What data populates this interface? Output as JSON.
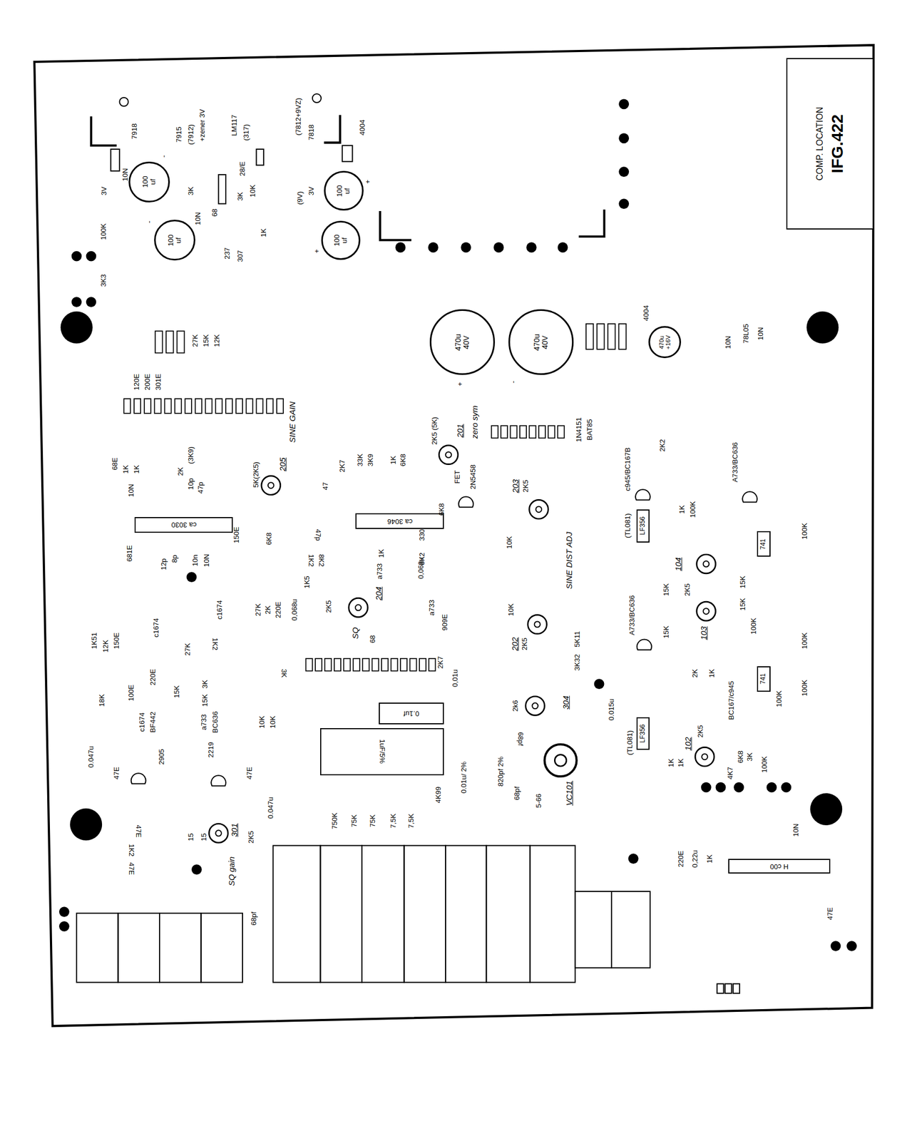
{
  "diagram": {
    "nodes": [
      {
        "text": [
          "COMP. LOCATION",
          "IFG.422"
        ]
      },
      {
        "text": [
          "470u 40V"
        ]
      },
      {
        "text": [
          "470u 40V"
        ]
      },
      {
        "text": [
          "470u +16V"
        ]
      },
      {
        "text": [
          "100 uf"
        ]
      },
      {
        "text": [
          "100 uf"
        ]
      },
      {
        "text": [
          "100 uf"
        ]
      },
      {
        "text": [
          "100 uf"
        ]
      },
      {
        "text": [
          "ca 3030"
        ]
      },
      {
        "text": [
          "ca 3046"
        ]
      },
      {
        "text": [
          "1uF/5%"
        ]
      },
      {
        "text": [
          "0.1uf"
        ]
      },
      {
        "text": [
          "LF356"
        ]
      },
      {
        "text": [
          "LF356"
        ]
      },
      {
        "text": [
          "741"
        ]
      },
      {
        "text": [
          "741"
        ]
      },
      {
        "text": [
          "H c00"
        ]
      }
    ],
    "labels": [
      "7918",
      "3V",
      "10N",
      "7915",
      "(7912)",
      "+zener 3V",
      "3K",
      "LM117",
      "(317)",
      "28/E",
      "10K",
      "3K",
      "10N",
      "68",
      "1K",
      "237",
      "307",
      "100K",
      "3K3",
      "(7812+9VZ)",
      "7818",
      "4004",
      "(9V)",
      "3V",
      "-",
      "-",
      "+",
      "+",
      "+",
      "-",
      "4004",
      "10N",
      "78L05",
      "10N",
      "12K",
      "15K",
      "27K",
      "120E",
      "200E",
      "301E",
      "68E",
      "1K",
      "1K",
      "10N",
      "(3K9)",
      "2K",
      "10p",
      "47p",
      "5K(2K5)",
      "205",
      "SINE GAIN",
      "47",
      "2K7",
      "33K",
      "3K9",
      "1K",
      "6K8",
      "FET",
      "2N5458",
      "2K5 (5K)",
      "201",
      "zero sym",
      "1N4151",
      "BAT85",
      "6K8",
      "203",
      "2K5",
      "10K",
      "SINE DIST ADJ",
      "10K",
      "202",
      "2K5",
      "2K5",
      "SQ",
      "204",
      "a733",
      "a733",
      "68",
      "0,068u",
      "0,068u",
      "330",
      "8K2",
      "1K",
      "1K2",
      "8K2",
      "47p",
      "1K5",
      "909E",
      "2K7",
      "0,01u",
      "6K8",
      "27K",
      "2K",
      "220E",
      "220E",
      "15K",
      "3K",
      "15K",
      "3K",
      "c1674",
      "c1674",
      "1K2",
      "27K",
      "12p",
      "8p",
      "10n",
      "10N",
      "681E",
      "150E",
      "1K51",
      "12K",
      "150E",
      "100E",
      "18K",
      "c1674",
      "BF442",
      "a733",
      "BC636",
      "10K",
      "10K",
      "2905",
      "0.047u",
      "47E",
      "2219",
      "47E",
      "0.047u",
      "15",
      "15",
      "301",
      "2K5",
      "SQ gain",
      "47E",
      "1K2",
      "47E",
      "68pf",
      "750K",
      "75K",
      "75K",
      "7,5K",
      "7,5K",
      "4K99",
      "0.01u/ 2%",
      "820pf 2%",
      "68pf",
      "68pf",
      "5-66",
      "VC101",
      "2k6",
      "304",
      "0.015u",
      "3K32",
      "5K11",
      "A733/BC636",
      "(TL081)",
      "(TL081)",
      "c945/BC167B",
      "2K2",
      "A733/BC636",
      "1K",
      "100K",
      "104",
      "2K5",
      "103",
      "15K",
      "15K",
      "15K",
      "15K",
      "100K",
      "100K",
      "2K",
      "1K",
      "BC167/c945",
      "100K",
      "100K",
      "100K",
      "102",
      "2K5",
      "1K",
      "1K",
      "6K8",
      "3K",
      "4K7",
      "100K",
      "10N",
      "220E",
      "0,22u",
      "1K",
      "47E"
    ]
  }
}
